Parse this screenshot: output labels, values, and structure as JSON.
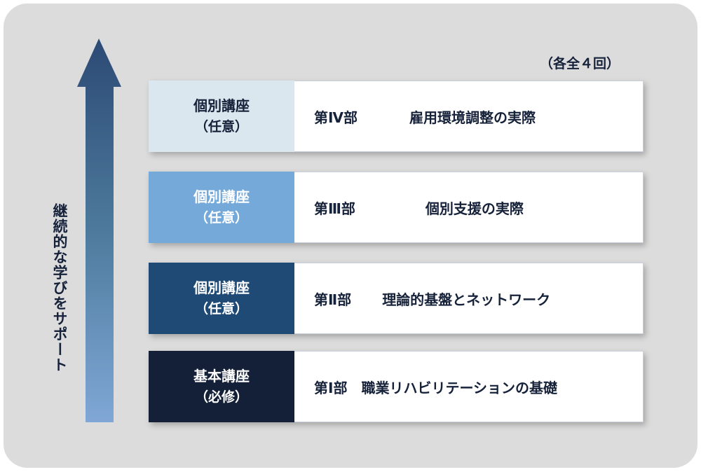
{
  "side_label": "継続的な学びをサポート",
  "note": "（各全４回）",
  "rows": [
    {
      "type": "個別講座",
      "status": "（任意）",
      "part": "第Ⅳ部",
      "title": "雇用環境調整の実際",
      "color": "#dbe7ee",
      "text_color": "#16213a"
    },
    {
      "type": "個別講座",
      "status": "（任意）",
      "part": "第Ⅲ部",
      "title": "個別支援の実際",
      "color": "#74a9da",
      "text_color": "#ffffff"
    },
    {
      "type": "個別講座",
      "status": "（任意）",
      "part": "第Ⅱ部",
      "title": "理論的基盤とネットワーク",
      "color": "#1f4a75",
      "text_color": "#ffffff"
    },
    {
      "type": "基本講座",
      "status": "（必修）",
      "part": "第Ⅰ部",
      "title": "職業リハビリテーションの基礎",
      "color": "#132038",
      "text_color": "#ffffff"
    }
  ]
}
